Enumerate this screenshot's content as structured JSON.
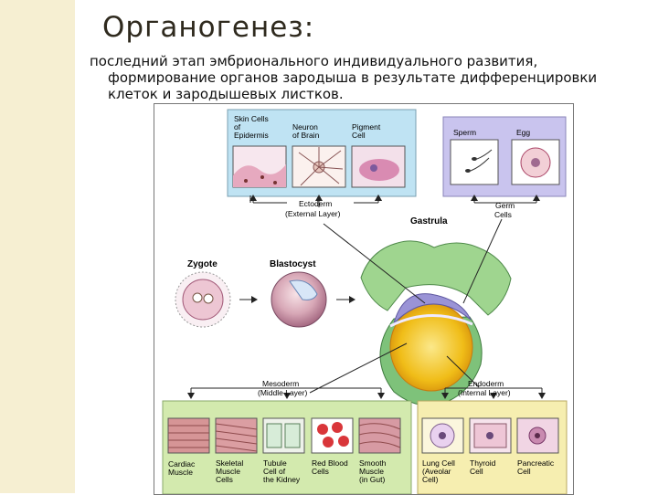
{
  "slide": {
    "title": "Органогенез:",
    "body_line1": "последний этап эмбрионального индивидуального развития,",
    "body_line2": "формирование органов зародыша в результате дифференцировки",
    "body_line3": "клеток и зародышевых листков."
  },
  "figure": {
    "gastrula_label": "Gastrula",
    "zygote_label": "Zygote",
    "blastocyst_label": "Blastocyst",
    "ectoderm": {
      "name": "Ectoderm",
      "sub": "(External Layer)"
    },
    "germ_cells": {
      "line1": "Germ",
      "line2": "Cells"
    },
    "mesoderm": {
      "name": "Mesoderm",
      "sub": "(Middle Layer)"
    },
    "endoderm": {
      "name": "Endoderm",
      "sub": "(Internal Layer)"
    },
    "ectoderm_cells": [
      {
        "l1": "Skin Cells",
        "l2": "of",
        "l3": "Epidermis"
      },
      {
        "l1": "Neuron",
        "l2": "of Brain",
        "l3": ""
      },
      {
        "l1": "Pigment",
        "l2": "Cell",
        "l3": ""
      }
    ],
    "germ_cell_types": [
      {
        "label": "Sperm"
      },
      {
        "label": "Egg"
      }
    ],
    "mesoderm_cells": [
      {
        "l1": "Cardiac",
        "l2": "Muscle",
        "l3": ""
      },
      {
        "l1": "Skeletal",
        "l2": "Muscle",
        "l3": "Cells"
      },
      {
        "l1": "Tubule",
        "l2": "Cell of",
        "l3": "the Kidney"
      },
      {
        "l1": "Red Blood",
        "l2": "Cells",
        "l3": ""
      },
      {
        "l1": "Smooth",
        "l2": "Muscle",
        "l3": "(in Gut)"
      }
    ],
    "endoderm_cells": [
      {
        "l1": "Lung Cell",
        "l2": "(Aveolar",
        "l3": "Cell)"
      },
      {
        "l1": "Thyroid",
        "l2": "Cell",
        "l3": ""
      },
      {
        "l1": "Pancreatic",
        "l2": "Cell",
        "l3": ""
      }
    ],
    "colors": {
      "ectoderm_panel": "#bfe3f3",
      "germ_panel": "#c9c4ee",
      "mesoderm_panel": "#d3eaae",
      "endoderm_panel": "#f6eeb0",
      "gastrula_green": "#9fd58f",
      "ectoderm_purple": "#9a93d6",
      "endoderm_yellow": "#f2c21c"
    }
  }
}
